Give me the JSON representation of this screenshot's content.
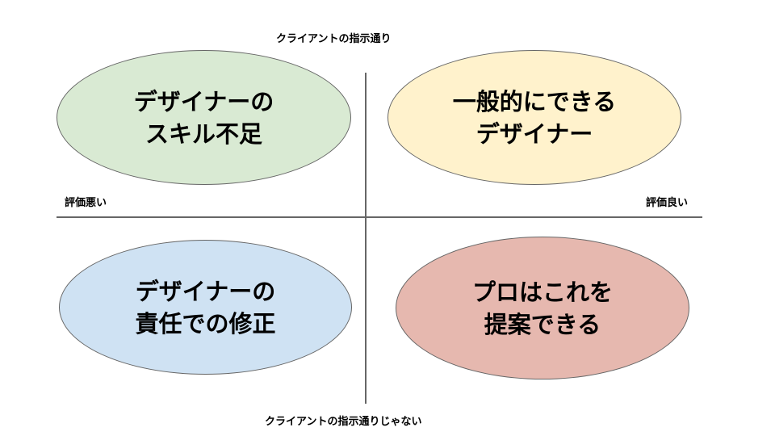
{
  "axes": {
    "top": "クライアントの指示通り",
    "bottom": "クライアントの指示通りじゃない",
    "left": "評価悪い",
    "right": "評価良い"
  },
  "quadrants": [
    {
      "text": "デザイナーの\nスキル不足",
      "color": "#d9ead3"
    },
    {
      "text": "一般的にできる\nデザイナー",
      "color": "#fff2cc"
    },
    {
      "text": "デザイナーの\n責任での修正",
      "color": "#cfe2f3"
    },
    {
      "text": "プロはこれを\n提案できる",
      "color": "#e6b8af"
    }
  ]
}
